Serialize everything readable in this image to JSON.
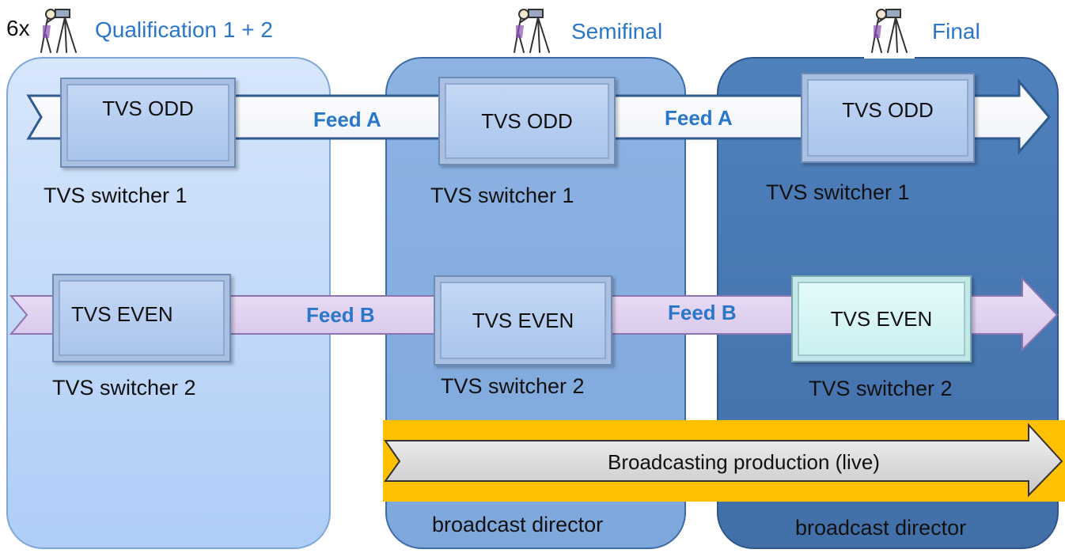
{
  "header": {
    "count": "6x",
    "qualification": "Qualification 1 + 2",
    "semifinal": "Semifinal",
    "final": "Final"
  },
  "qual": {
    "odd": "TVS ODD",
    "odd_caption": "TVS switcher 1",
    "even": "TVS EVEN",
    "even_caption": "TVS switcher 2"
  },
  "semi": {
    "odd": "TVS ODD",
    "odd_caption": "TVS switcher 1",
    "even": "TVS EVEN",
    "even_caption": "TVS switcher 2",
    "director": "broadcast director"
  },
  "final": {
    "odd": "TVS ODD",
    "odd_caption": "TVS switcher 1",
    "even": "TVS EVEN",
    "even_caption": "TVS switcher 2",
    "director": "broadcast director"
  },
  "feeds": {
    "a1": "Feed A",
    "a2": "Feed A",
    "b1": "Feed B",
    "b2": "Feed B"
  },
  "broadcast": {
    "label": "Broadcasting production (live)"
  },
  "colors": {
    "header_text": "#2a77c9",
    "feed_a_arrow": "#ffffff",
    "feed_b_arrow": "#e2d3ef",
    "band": "#ffc000",
    "qual_phase": "#aecdf7",
    "semi_phase": "#8db3e2",
    "final_phase": "#4f81bd"
  },
  "icons": [
    "camera-operator-icon",
    "camera-operator-icon",
    "camera-operator-icon"
  ]
}
